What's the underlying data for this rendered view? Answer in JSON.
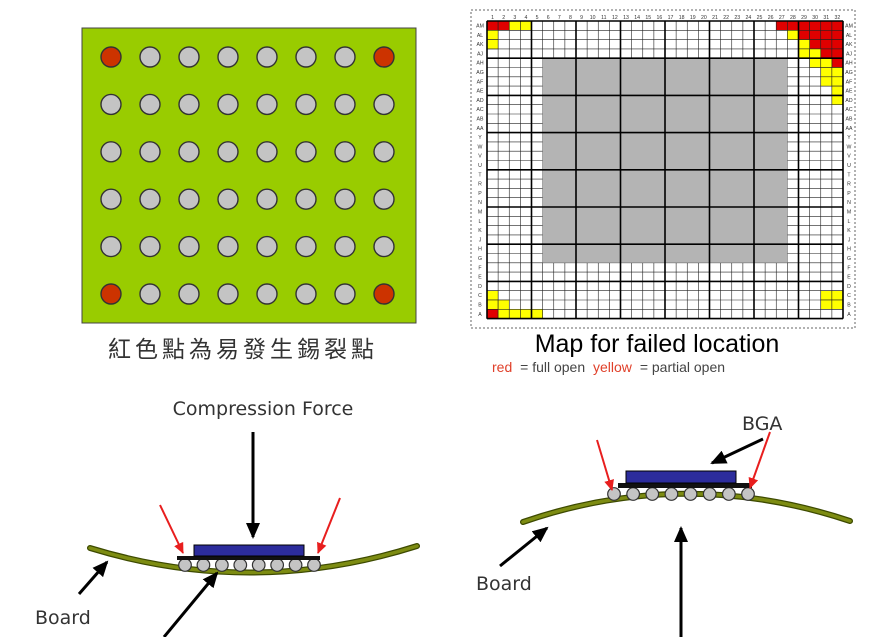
{
  "colors": {
    "panel_green": "#99cc00",
    "ball_gray": "#c4c4c4",
    "crack_red": "#cc3300",
    "full_open_red": "#e00000",
    "partial_open_yellow": "#ffff00",
    "shaded_region": "#b4b4b4",
    "package_blue": "#2c2c9c",
    "board_olive": "#7d8c12",
    "board_edge": "#3d4a00",
    "pointer_red": "#e81e1e",
    "legend_red": "#e0402a",
    "text_dark": "#333333"
  },
  "solder_mask_panel": {
    "columns": 8,
    "rows": 6,
    "failure_points": [
      {
        "row": 1,
        "column": 1
      },
      {
        "row": 1,
        "column": 8
      },
      {
        "row": 6,
        "column": 1
      },
      {
        "row": 6,
        "column": 8
      }
    ],
    "caption": "紅色點為易發生錫裂點"
  },
  "failure_map": {
    "title": "Map for failed location",
    "legend": {
      "red_word": "red",
      "red_desc": "= full open",
      "yellow_word": "yellow",
      "yellow_desc": "= partial open"
    },
    "column_labels": [
      "1",
      "2",
      "3",
      "4",
      "5",
      "6",
      "7",
      "8",
      "9",
      "10",
      "11",
      "12",
      "13",
      "14",
      "15",
      "16",
      "17",
      "18",
      "19",
      "20",
      "21",
      "22",
      "23",
      "24",
      "25",
      "26",
      "27",
      "28",
      "29",
      "30",
      "31",
      "32"
    ],
    "row_labels": [
      "AM",
      "AL",
      "AK",
      "AJ",
      "AH",
      "AG",
      "AF",
      "AE",
      "AD",
      "AC",
      "AB",
      "AA",
      "Y",
      "W",
      "V",
      "U",
      "T",
      "R",
      "P",
      "N",
      "M",
      "L",
      "K",
      "J",
      "H",
      "G",
      "F",
      "E",
      "D",
      "C",
      "B",
      "A"
    ],
    "shaded_region": {
      "first_column": 6,
      "last_column": 27,
      "first_row": 5,
      "last_row": 26
    },
    "full_open": [
      {
        "row": "AM",
        "columns": [
          1,
          2,
          27,
          28,
          29,
          30,
          31,
          32
        ]
      },
      {
        "row": "AL",
        "columns": [
          29,
          30,
          31,
          32
        ]
      },
      {
        "row": "AK",
        "columns": [
          30,
          31,
          32
        ]
      },
      {
        "row": "AJ",
        "columns": [
          31,
          32
        ]
      },
      {
        "row": "AH",
        "columns": [
          32
        ]
      },
      {
        "row": "A",
        "columns": [
          1
        ]
      }
    ],
    "partial_open": [
      {
        "row": "AM",
        "columns": [
          3,
          4
        ]
      },
      {
        "row": "AL",
        "columns": [
          1,
          28
        ]
      },
      {
        "row": "AK",
        "columns": [
          1,
          29
        ]
      },
      {
        "row": "AJ",
        "columns": [
          29,
          30
        ]
      },
      {
        "row": "AH",
        "columns": [
          30,
          31
        ]
      },
      {
        "row": "AG",
        "columns": [
          31,
          32
        ]
      },
      {
        "row": "AF",
        "columns": [
          31,
          32
        ]
      },
      {
        "row": "AE",
        "columns": [
          32
        ]
      },
      {
        "row": "AD",
        "columns": [
          32
        ]
      },
      {
        "row": "C",
        "columns": [
          1,
          31,
          32
        ]
      },
      {
        "row": "B",
        "columns": [
          1,
          2,
          31,
          32
        ]
      },
      {
        "row": "A",
        "columns": [
          2,
          3,
          4,
          5
        ]
      }
    ]
  },
  "compression_diagram": {
    "force_label": "Compression Force",
    "board_label": "Board",
    "solder_ball_count": 8
  },
  "bending_diagram": {
    "package_label": "BGA",
    "board_label": "Board",
    "solder_ball_count": 8
  }
}
